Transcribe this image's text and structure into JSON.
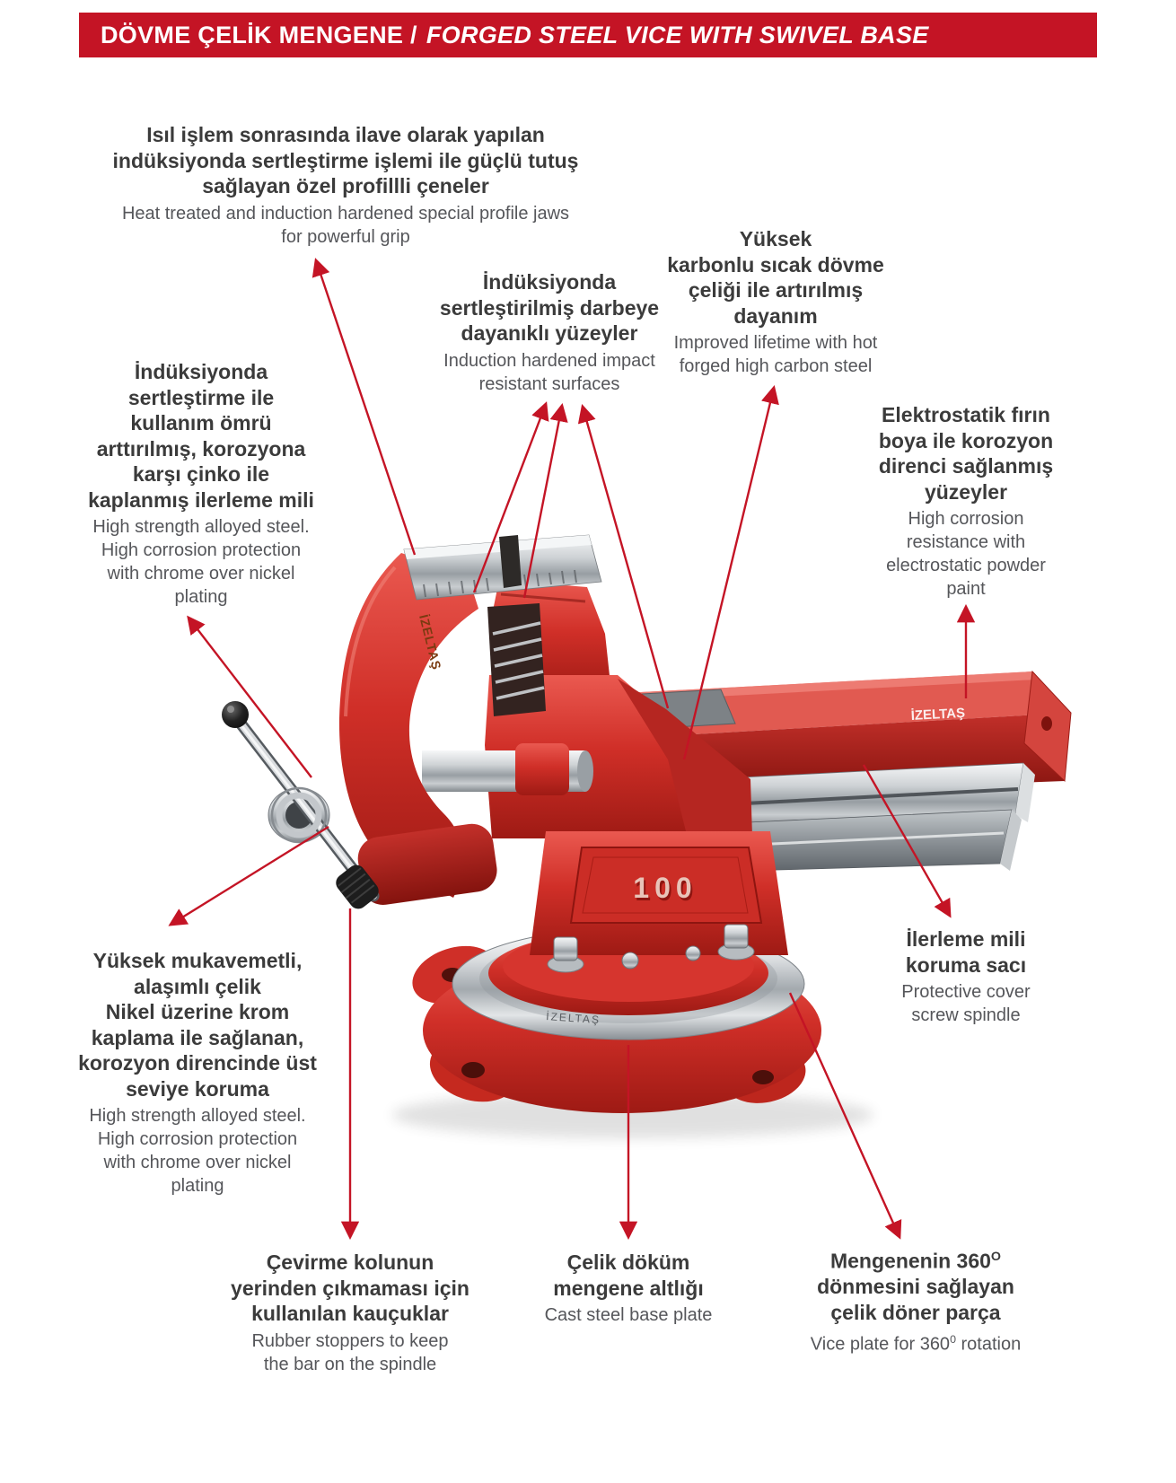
{
  "page": {
    "background": "#ffffff",
    "accent_red": "#c41425"
  },
  "header": {
    "title_tr": "DÖVME ÇELİK MENGENE /",
    "title_en": "FORGED STEEL VICE WITH SWIVEL BASE"
  },
  "product": {
    "label": "Forged steel vice with swivel base",
    "markings": {
      "body_number": "100",
      "front_brand": "İZELTAŞ",
      "beam_brand": "İZELTAŞ",
      "ring_brand": "İZELTAŞ"
    }
  },
  "callouts": {
    "jaws": {
      "tr": [
        "Isıl işlem sonrasında ilave olarak yapılan",
        "indüksiyonda sertleştirme işlemi ile güçlü tutuş",
        "sağlayan özel profillli çeneler"
      ],
      "en": [
        "Heat treated and induction hardened special profile jaws",
        "for powerful grip"
      ]
    },
    "surfaces": {
      "tr": [
        "İndüksiyonda",
        "sertleştirilmiş darbeye",
        "dayanıklı yüzeyler"
      ],
      "en": [
        "Induction hardened impact",
        "resistant surfaces"
      ]
    },
    "hot_forged": {
      "tr": [
        "Yüksek",
        "karbonlu sıcak dövme",
        "çeliği ile artırılmış",
        "dayanım"
      ],
      "en": [
        "Improved lifetime with hot",
        "forged high carbon steel"
      ]
    },
    "powder_paint": {
      "tr": [
        "Elektrostatik fırın",
        "boya ile korozyon",
        "direnci sağlanmış",
        "yüzeyler"
      ],
      "en": [
        "High corrosion",
        "resistance with",
        "electrostatic powder",
        "paint"
      ]
    },
    "spindle": {
      "tr": [
        "İndüksiyonda",
        "sertleştirme ile",
        "kullanım ömrü",
        "arttırılmış, korozyona",
        "karşı çinko ile",
        "kaplanmış ilerleme mili"
      ],
      "en": [
        "High strength alloyed steel.",
        "High corrosion protection",
        "with chrome over nickel",
        "plating"
      ]
    },
    "handle_bar": {
      "tr": [
        "Yüksek mukavemetli,",
        "alaşımlı çelik",
        "Nikel üzerine krom",
        "kaplama ile sağlanan,",
        "korozyon direncinde üst",
        "seviye koruma"
      ],
      "en": [
        "High strength alloyed steel.",
        "High corrosion protection",
        "with chrome over nickel",
        "plating"
      ]
    },
    "cover_plate": {
      "tr": [
        "İlerleme mili",
        "koruma sacı"
      ],
      "en": [
        "Protective cover",
        "screw spindle"
      ]
    },
    "rubber_stoppers": {
      "tr": [
        "Çevirme kolunun",
        "yerinden çıkmaması için",
        "kullanılan kauçuklar"
      ],
      "en": [
        "Rubber stoppers to keep",
        "the bar on the spindle"
      ]
    },
    "base_plate": {
      "tr": [
        "Çelik döküm",
        "mengene altlığı"
      ],
      "en": [
        "Cast steel base plate"
      ]
    },
    "rotation": {
      "tr_line1_pre": "Mengenenin 360",
      "tr_line1_sup": "O",
      "tr": [
        "dönmesini sağlayan",
        "çelik döner parça"
      ],
      "en_pre": "Vice plate for 360",
      "en_sup": "0",
      "en_post": " rotation"
    }
  }
}
